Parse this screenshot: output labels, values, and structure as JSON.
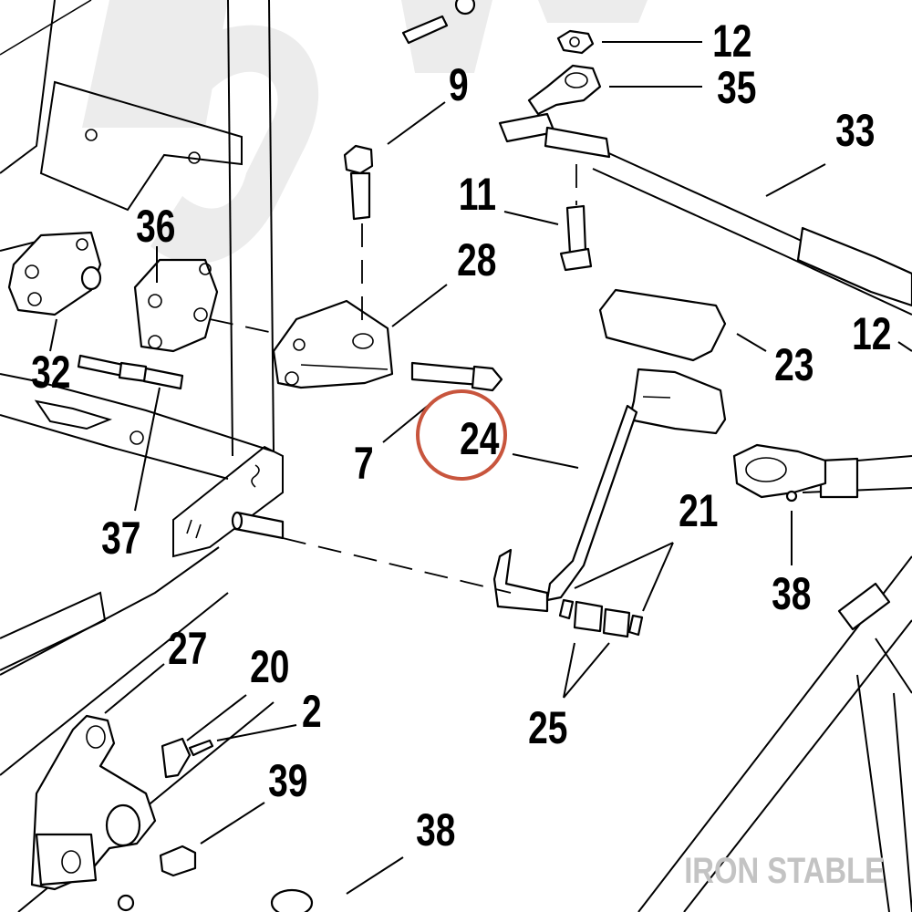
{
  "diagram": {
    "callouts": [
      "12",
      "35",
      "9",
      "33",
      "11",
      "36",
      "28",
      "32",
      "12",
      "23",
      "7",
      "24",
      "37",
      "21",
      "38",
      "27",
      "20",
      "2",
      "25",
      "39",
      "38"
    ],
    "highlighted_callout": "24",
    "watermark": "IRON STABLE"
  },
  "colors": {
    "highlight": "#c8553d",
    "line": "#000000",
    "watermark": "#c3c3c3"
  }
}
